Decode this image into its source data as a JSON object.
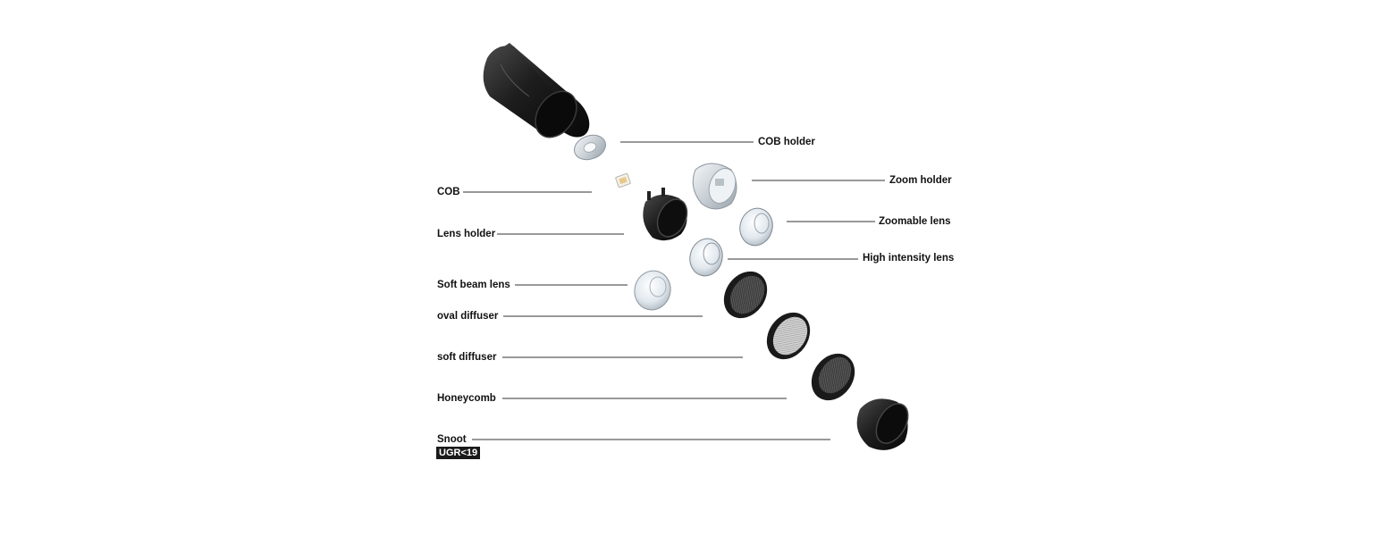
{
  "labels": {
    "cob_holder": "COB holder",
    "zoom_holder": "Zoom holder",
    "cob": "COB",
    "lens_holder": "Lens holder",
    "zoomable_lens": "Zoomable lens",
    "high_intensity_lens": "High intensity lens",
    "soft_beam_lens": "Soft beam lens",
    "oval_diffuser": "oval diffuser",
    "soft_diffuser": "soft diffuser",
    "honeycomb": "Honeycomb",
    "snoot": "Snoot"
  },
  "badge": "UGR<19",
  "colors": {
    "housing": "#1c1c1c",
    "metal": "#d8dde2",
    "lens": "#e8eef2",
    "cob_chip": "#e8c98a",
    "leader_line": "#333333"
  }
}
